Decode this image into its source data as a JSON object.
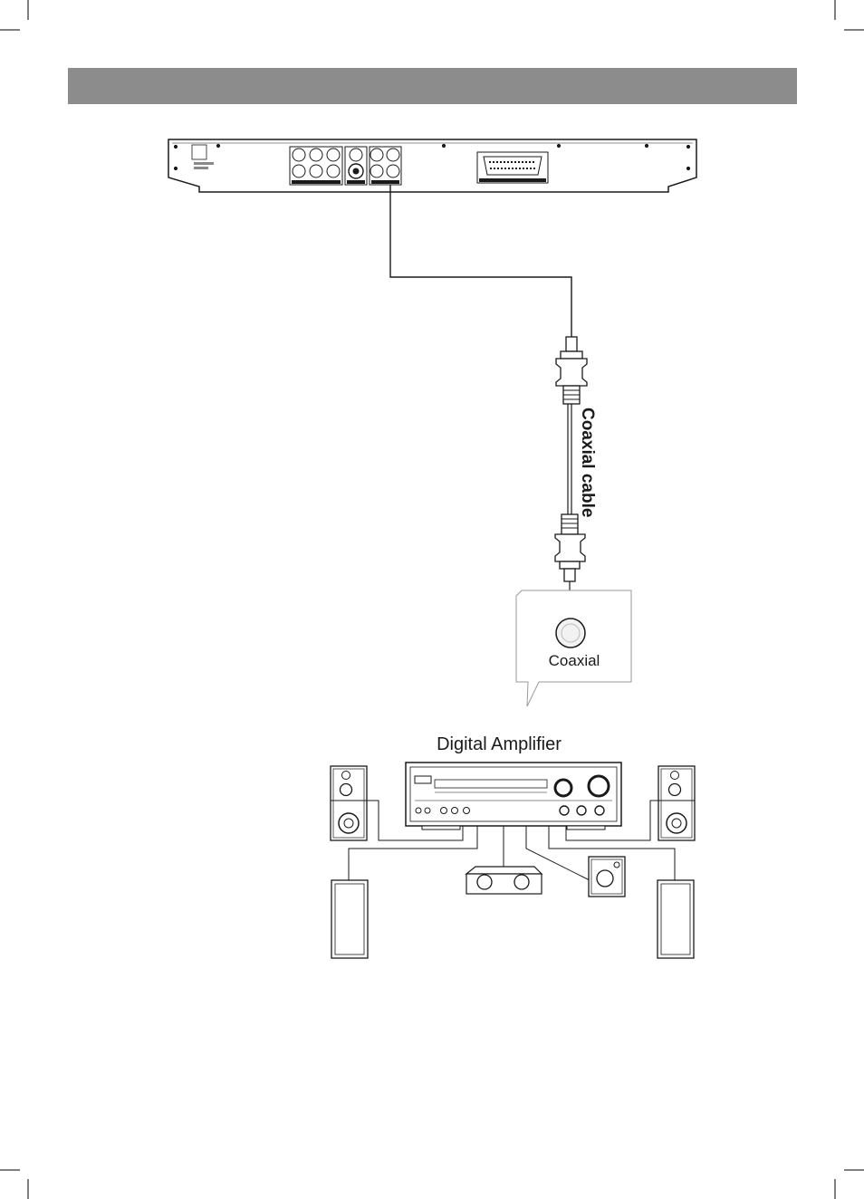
{
  "header": {
    "title": ""
  },
  "diagram": {
    "cable_label": "Coaxial cable",
    "jack_label": "Coaxial",
    "amplifier_label": "Digital Amplifier"
  },
  "colors": {
    "header_bar": "#8c8c8c",
    "line": "#1a1a1a",
    "connector_fill": "#ffffff"
  }
}
